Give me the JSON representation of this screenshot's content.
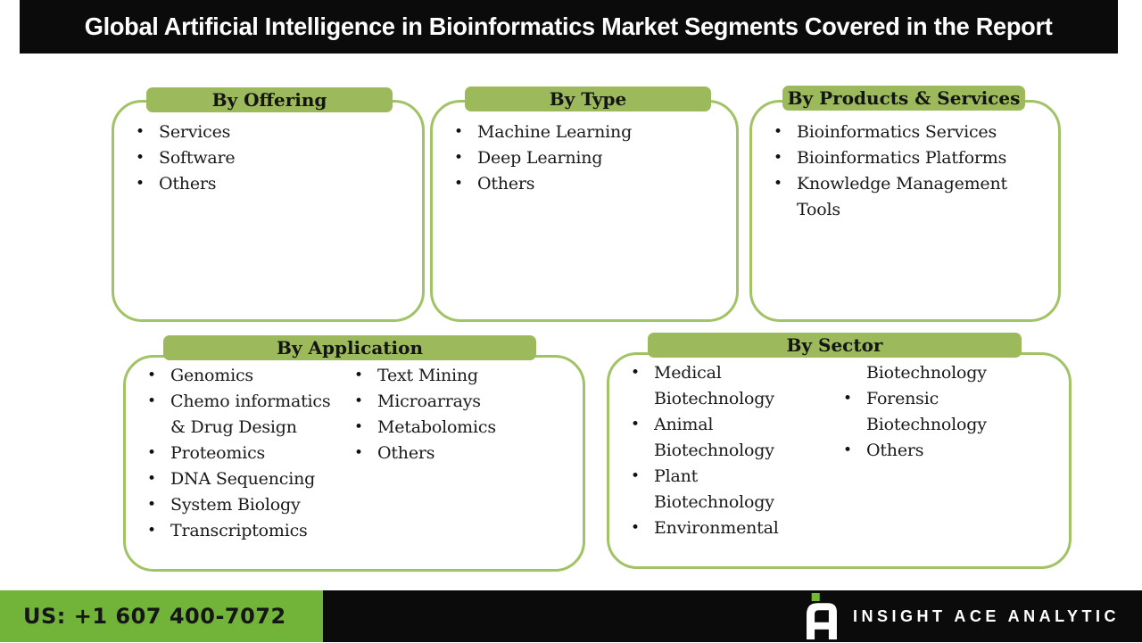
{
  "title": "Global Artificial Intelligence in Bioinformatics Market Segments Covered in the Report",
  "colors": {
    "bar_black": "#0b0b0b",
    "tab_green": "#9cba5c",
    "border_green": "#a2c365",
    "bright_green": "#72b43a"
  },
  "boxes": {
    "offering": {
      "title": "By Offering",
      "items": [
        {
          "b": true,
          "t": "Services"
        },
        {
          "b": true,
          "t": "Software"
        },
        {
          "b": true,
          "t": "Others"
        }
      ]
    },
    "type": {
      "title": "By Type",
      "items": [
        {
          "b": true,
          "t": "Machine Learning"
        },
        {
          "b": true,
          "t": "Deep Learning"
        },
        {
          "b": true,
          "t": "Others"
        }
      ]
    },
    "products": {
      "title": "By Products & Services",
      "items": [
        {
          "b": true,
          "t": "Bioinformatics Services"
        },
        {
          "b": true,
          "t": "Bioinformatics Platforms"
        },
        {
          "b": true,
          "t": "Knowledge Management\nTools"
        }
      ]
    },
    "application": {
      "title": "By Application",
      "col1": [
        {
          "b": true,
          "t": "Genomics"
        },
        {
          "b": true,
          "t": "Chemo informatics\n& Drug Design"
        },
        {
          "b": true,
          "t": "Proteomics"
        },
        {
          "b": true,
          "t": "DNA Sequencing"
        },
        {
          "b": true,
          "t": "System Biology"
        },
        {
          "b": true,
          "t": "Transcriptomics"
        }
      ],
      "col2": [
        {
          "b": true,
          "t": "Text Mining"
        },
        {
          "b": true,
          "t": "Microarrays"
        },
        {
          "b": true,
          "t": "Metabolomics"
        },
        {
          "b": true,
          "t": "Others"
        }
      ]
    },
    "sector": {
      "title": "By Sector",
      "col1": [
        {
          "b": true,
          "t": "Medical\nBiotechnology"
        },
        {
          "b": true,
          "t": "Animal\nBiotechnology"
        },
        {
          "b": true,
          "t": "Plant\nBiotechnology"
        },
        {
          "b": true,
          "t": "Environmental"
        }
      ],
      "col2": [
        {
          "b": false,
          "t": "Biotechnology"
        },
        {
          "b": true,
          "t": "Forensic\nBiotechnology"
        },
        {
          "b": true,
          "t": "Others"
        }
      ]
    }
  },
  "footer": {
    "phone": "US: +1 607 400-7072",
    "brand": "INSIGHT ACE ANALYTIC",
    "logo": "insight-ace-logo"
  }
}
